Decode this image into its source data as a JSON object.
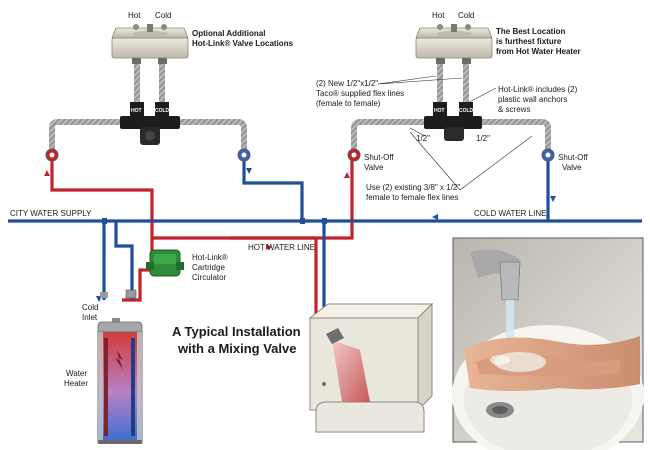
{
  "labels": {
    "hot_left": "Hot",
    "cold_left": "Cold",
    "hot_right": "Hot",
    "cold_right": "Cold",
    "optional_locations": [
      "Optional Additional",
      "Hot-Link® Valve Locations"
    ],
    "best_location": [
      "The Best Location",
      "is furthest fixture",
      "from Hot Water Heater"
    ],
    "taco_lines": [
      "(2) New 1/2\"x1/2\"",
      "Taco® supplied flex lines",
      "(female to female)"
    ],
    "anchors": [
      "Hot-Link® includes (2)",
      "plastic wall anchors",
      "& screws"
    ],
    "half_inch_left": "1/2\"",
    "half_inch_right": "1/2\"",
    "shutoff_left": [
      "Shut-Off",
      "Valve"
    ],
    "shutoff_right": [
      "Shut-Off",
      "Valve"
    ],
    "existing_lines": [
      "Use (2) existing 3/8\" x 1/2\"",
      "female to female flex lines"
    ],
    "city_water": "CITY WATER SUPPLY",
    "cold_water_line": "COLD WATER LINE",
    "hot_water_line": "HOT WATER LINE",
    "circulator": [
      "Hot-Link®",
      "Cartridge",
      "Circulator"
    ],
    "cold_inlet": [
      "Cold",
      "Inlet"
    ],
    "water_heater": [
      "Water",
      "Heater"
    ],
    "title": [
      "A Typical Installation",
      "with a Mixing Valve"
    ],
    "valve_hot": "HOT",
    "valve_cold": "COLD"
  },
  "colors": {
    "hot_pipe": "#c0232c",
    "cold_pipe": "#1f4e9a",
    "circulator": "#2e8b3a",
    "valve_body": "#1c1c1c",
    "sink": "#d9d6cc"
  },
  "icons": [
    "faucet-icon",
    "shutoff-valve-icon",
    "mixing-valve-icon",
    "circulator-icon",
    "water-heater-icon",
    "shower-icon",
    "flow-arrow-icon"
  ],
  "photo": "hands washing under running faucet"
}
